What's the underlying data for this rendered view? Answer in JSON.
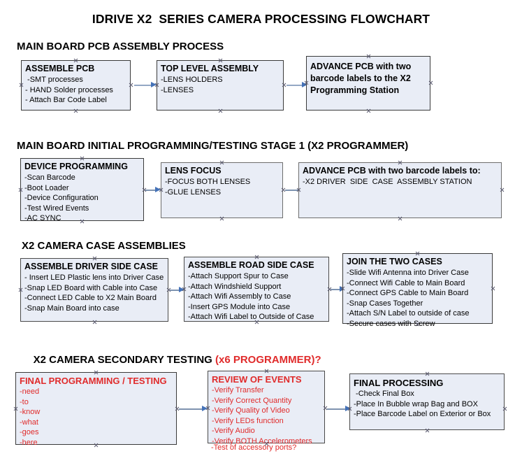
{
  "title": "IDRIVE X2  SERIES CAMERA PROCESSING FLOWCHART",
  "colors": {
    "box_fill": "#e9edf6",
    "box_border": "#3a3a3a",
    "text": "#000000",
    "accent_red": "#e02b2b",
    "arrow_shaft": "#93a8c4",
    "arrow_head": "#4472b8"
  },
  "sections": [
    {
      "heading": "MAIN BOARD PCB ASSEMBLY PROCESS",
      "heading_accent": "",
      "boxes": [
        {
          "title": "ASSEMBLE PCB",
          "lines": [
            " -SMT processes",
            "- HAND Solder processes",
            "- Attach Bar Code Label"
          ]
        },
        {
          "title": "TOP LEVEL ASSEMBLY",
          "lines": [
            "-LENS HOLDERS",
            "-LENSES"
          ]
        },
        {
          "title": "ADVANCE PCB with two barcode labels to the  X2 Programming Station",
          "lines": []
        }
      ]
    },
    {
      "heading": "MAIN BOARD INITIAL PROGRAMMING/TESTING STAGE 1 (X2 PROGRAMMER)",
      "heading_accent": "",
      "boxes": [
        {
          "title": "DEVICE PROGRAMMING",
          "lines": [
            "-Scan Barcode",
            "-Boot Loader",
            "-Device Configuration",
            "-Test Wired Events",
            "-AC SYNC"
          ]
        },
        {
          "title": "LENS FOCUS",
          "lines": [
            "-FOCUS BOTH LENSES",
            "-GLUE LENSES"
          ]
        },
        {
          "title": "ADVANCE PCB with two barcode labels to:",
          "lines": [
            "-X2 DRIVER  SIDE  CASE  ASSEMBLY STATION"
          ]
        }
      ]
    },
    {
      "heading": "X2 CAMERA CASE ASSEMBLIES",
      "heading_accent": "",
      "boxes": [
        {
          "title": "ASSEMBLE DRIVER SIDE CASE",
          "lines": [
            "- Insert LED Plastic lens into Driver Case",
            "-Snap LED Board with Cable into Case",
            "-Connect LED Cable to X2 Main Board",
            "-Snap Main Board into case"
          ]
        },
        {
          "title": "ASSEMBLE ROAD SIDE CASE",
          "lines": [
            "-Attach Support Spur to Case",
            "-Attach Windshield Support",
            "-Attach Wifi Assembly to Case",
            "-Insert GPS Module into Case",
            "-Attach Wifi Label to Outside of Case"
          ]
        },
        {
          "title": "JOIN THE TWO CASES",
          "lines": [
            "-Slide Wifi Antenna into Driver Case",
            "-Connect Wifi Cable to Main Board",
            "-Connect GPS Cable to Main Board",
            "-Snap Cases Together",
            "-Attach S/N Label to outside of case",
            "-Secure cases with Screw"
          ]
        }
      ]
    },
    {
      "heading": "X2 CAMERA SECONDARY TESTING ",
      "heading_accent": "(x6 PROGRAMMER)?",
      "boxes": [
        {
          "title": "FINAL PROGRAMMING / TESTING",
          "lines": [
            "-need",
            "-to",
            "-know",
            "-what",
            "-goes",
            "-here"
          ]
        },
        {
          "title": "REVIEW OF EVENTS",
          "lines": [
            "-Verify Transfer",
            "-Verify Correct Quantity",
            "-Verify Quality of Video",
            "-Verify LEDs function",
            "-Verify Audio",
            "-Verify BOTH Accelerometers"
          ],
          "overflow_line": "-Test of accessory ports?"
        },
        {
          "title": "FINAL PROCESSING",
          "lines": [
            " -Check Final Box",
            "-Place In Bubble wrap Bag and BOX",
            "-Place Barcode Label on Exterior or Box"
          ]
        }
      ]
    }
  ]
}
